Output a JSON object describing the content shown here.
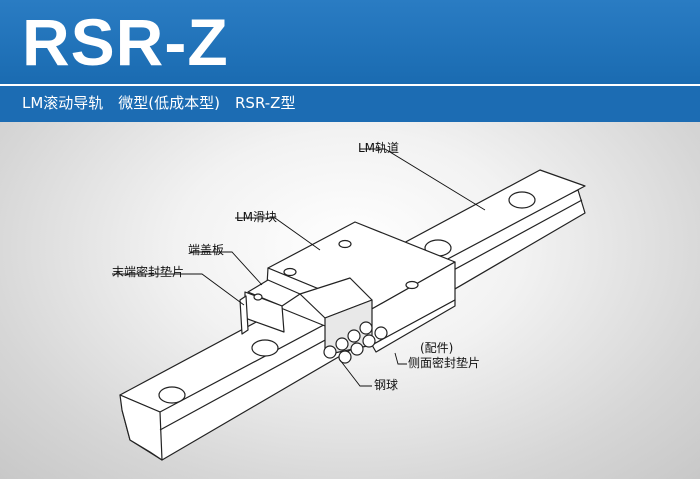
{
  "header": {
    "title": "RSR-Z",
    "subtitle": "LM滚动导轨　微型(低成本型)　RSR-Z型"
  },
  "labels": {
    "lm_rail": "LM轨道",
    "lm_block": "LM滑块",
    "end_plate": "端盖板",
    "end_seal": "末端密封垫片",
    "optional": "(配件)",
    "side_seal": "侧面密封垫片",
    "steel_ball": "钢球"
  },
  "colors": {
    "header_blue": "#1f72b8",
    "part_fill": "#ffffff",
    "outline": "#222222"
  }
}
